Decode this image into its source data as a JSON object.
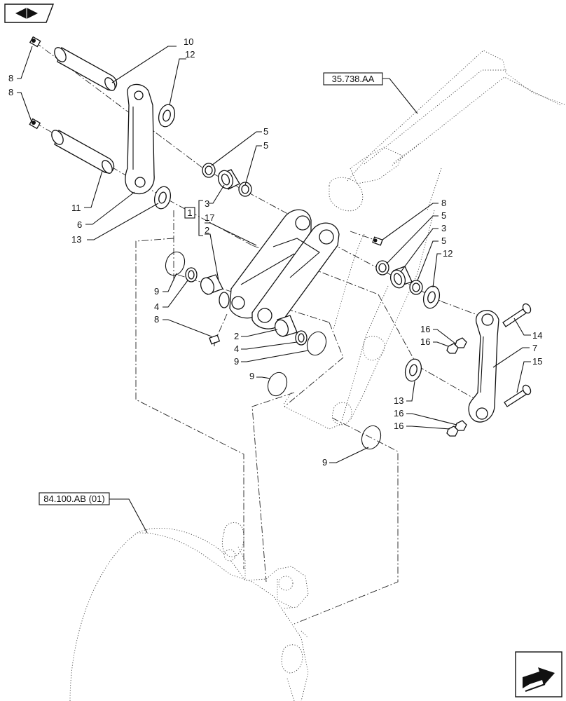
{
  "refs": {
    "boom": "35.738.AA",
    "bucket": "84.100.AB (01)",
    "kit": "1"
  },
  "callouts": {
    "c10": "10",
    "c12a": "12",
    "c8a": "8",
    "c8b": "8",
    "c5a": "5",
    "c5b": "5",
    "c3a": "3",
    "c17": "17",
    "c2a": "2",
    "c11": "11",
    "c6": "6",
    "c13a": "13",
    "c9a": "9",
    "c4a": "4",
    "c8c": "8",
    "c2b": "2",
    "c4b": "4",
    "c9b": "9",
    "c9c": "9",
    "c8d": "8",
    "c5c": "5",
    "c3b": "3",
    "c5d": "5",
    "c12b": "12",
    "c16a": "16",
    "c16b": "16",
    "c14": "14",
    "c7": "7",
    "c15": "15",
    "c13b": "13",
    "c16c": "16",
    "c16d": "16",
    "c9d": "9"
  },
  "icons": {
    "top_left": "book-open-icon",
    "bottom_right": "next-page-arrow-icon"
  }
}
